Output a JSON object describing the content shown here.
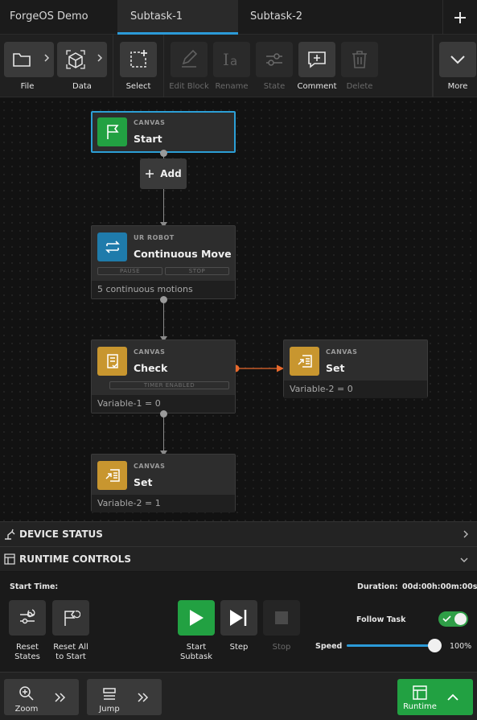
{
  "tabs": [
    {
      "label": "ForgeOS Demo"
    },
    {
      "label": "Subtask-1"
    },
    {
      "label": "Subtask-2"
    }
  ],
  "toolbar": {
    "file": "File",
    "data": "Data",
    "select": "Select",
    "edit_block": "Edit Block",
    "rename": "Rename",
    "state": "State",
    "comment": "Comment",
    "delete": "Delete",
    "more": "More"
  },
  "canvas": {
    "add_label": "Add",
    "nodes": [
      {
        "category": "CANVAS",
        "title": "Start"
      },
      {
        "category": "UR ROBOT",
        "title": "Continuous Move",
        "pills": [
          "PAUSE",
          "STOP"
        ],
        "footer": "5 continuous motions"
      },
      {
        "category": "CANVAS",
        "title": "Check",
        "pills": [
          "TIMER ENABLED"
        ],
        "footer": "Variable-1 = 0"
      },
      {
        "category": "CANVAS",
        "title": "Set",
        "footer": "Variable-2 = 0"
      },
      {
        "category": "CANVAS",
        "title": "Set",
        "footer": "Variable-2 = 1"
      }
    ]
  },
  "sections": {
    "device_status": "DEVICE STATUS",
    "runtime_controls": "RUNTIME CONTROLS"
  },
  "runtime": {
    "start_time_label": "Start Time:",
    "duration_label": "Duration:",
    "duration_value": "00d:00h:00m:00s",
    "reset_states": [
      "Reset",
      "States"
    ],
    "reset_all": [
      "Reset All",
      "to Start"
    ],
    "start_subtask": [
      "Start",
      "Subtask"
    ],
    "step": "Step",
    "stop": "Stop",
    "follow_task": "Follow Task",
    "follow_task_on": true,
    "speed_label": "Speed",
    "speed_value": "100%",
    "speed_fraction": 1.0
  },
  "bottom": {
    "zoom": "Zoom",
    "jump": "Jump",
    "runtime": "Runtime"
  },
  "colors": {
    "accent_blue": "#2b9ad8",
    "start_green": "#22a142",
    "robot_blue": "#1f7bab",
    "canvas_gold": "#c8962f",
    "connector_orange": "#e8692c",
    "toggle_green": "#2f9e47"
  }
}
